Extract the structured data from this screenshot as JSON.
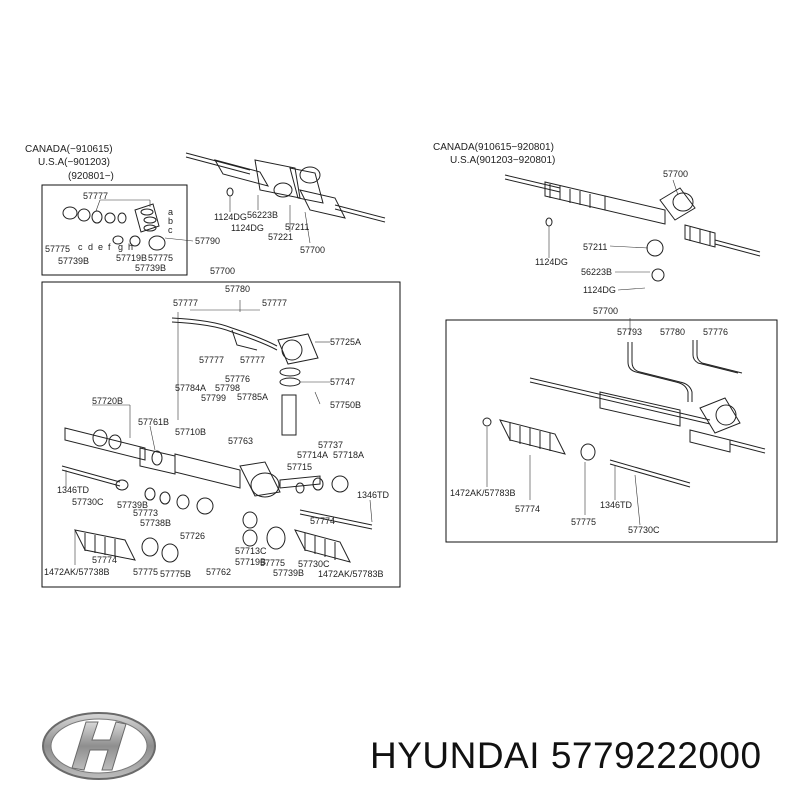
{
  "header": {
    "brand": "HYUNDAI",
    "part_number": "5779222000",
    "logo_icon": "hyundai-logo-icon"
  },
  "left_variant": {
    "lines": [
      "CANADA(−910615)",
      "U.S.A(−901203)",
      "(920801−)"
    ]
  },
  "right_variant": {
    "lines": [
      "CANADA(910615−920801)",
      "U.S.A(901203−920801)"
    ]
  },
  "upper_left_labels": {
    "a": "57777",
    "b": "57775",
    "c": "57739B",
    "d": "57719B",
    "e": "57775",
    "f": "57739B",
    "g": "57790",
    "h": "1124DG",
    "i": "56223B",
    "j": "1124DG",
    "k": "57211",
    "l": "57221",
    "m": "57700"
  },
  "detail_left_labels": {
    "n01": "57700",
    "n02": "57780",
    "n03": "57777",
    "n04": "57777",
    "n05": "57725A",
    "n06": "57777",
    "n07": "57777",
    "n08": "57776",
    "n09": "57747",
    "n10": "57784A",
    "n11": "57798",
    "n12": "57799",
    "n13": "57785A",
    "n14": "57750B",
    "n15": "57720B",
    "n16": "57761B",
    "n17": "57710B",
    "n18": "57763",
    "n19": "57737",
    "n20": "57714A",
    "n21": "57718A",
    "n22": "57715",
    "n23": "1346TD",
    "n24": "57730C",
    "n25": "57739B",
    "n26": "57773",
    "n27": "57738B",
    "n28": "57726",
    "n29": "1346TD",
    "n30": "57774",
    "n31": "57713C",
    "n32": "57719B",
    "n33": "57762",
    "n34": "57775",
    "n35": "57739B",
    "n36": "57730C",
    "n37": "57774",
    "n38": "1472AK/57738B",
    "n39": "57775",
    "n40": "57775B",
    "n41": "1472AK/57783B"
  },
  "upper_right_labels": {
    "r1": "57700",
    "r2": "1124DG",
    "r3": "57211",
    "r4": "56223B",
    "r5": "1124DG"
  },
  "detail_right_labels": {
    "s1": "57700",
    "s2": "57793",
    "s3": "57780",
    "s4": "57776",
    "s5": "1472AK/57783B",
    "s6": "57774",
    "s7": "57775",
    "s8": "1346TD",
    "s9": "57730C"
  },
  "letter_tags": [
    "a",
    "b",
    "c",
    "c",
    "d",
    "e",
    "f",
    "g",
    "h"
  ]
}
